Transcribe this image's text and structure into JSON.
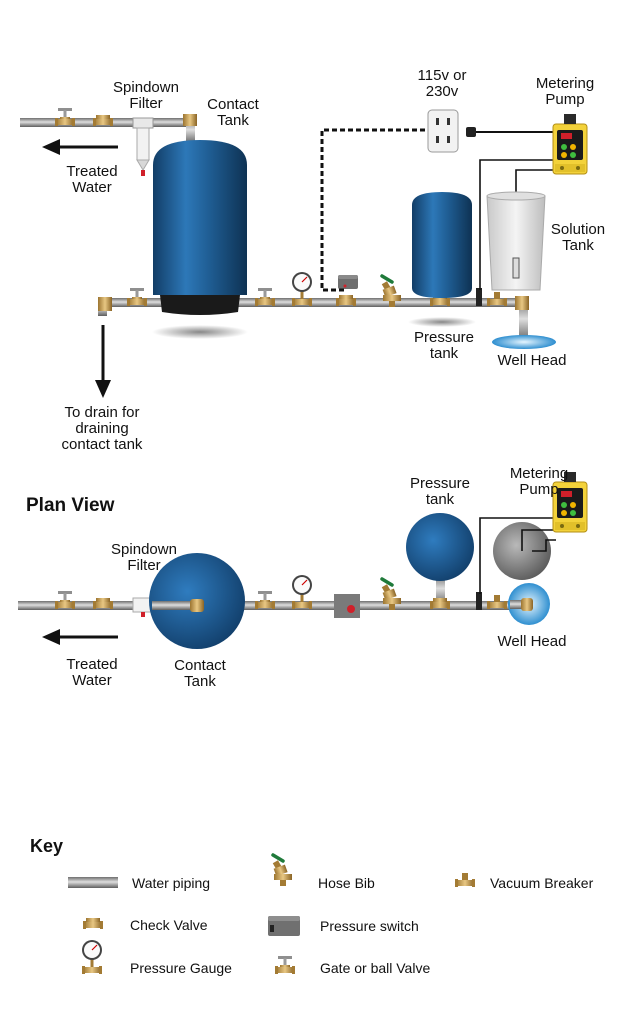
{
  "elevation": {
    "spindown_filter": "Spindown\nFilter",
    "contact_tank": "Contact\nTank",
    "treated_water": "Treated\nWater",
    "power_outlet": "115v or\n230v",
    "metering_pump": "Metering\nPump",
    "solution_tank": "Solution\nTank",
    "pressure_tank": "Pressure\ntank",
    "well_head": "Well Head",
    "drain_note": "To drain for\ndraining\ncontact tank"
  },
  "plan": {
    "title": "Plan View",
    "spindown_filter": "Spindown\nFilter",
    "pressure_tank": "Pressure\ntank",
    "metering_pump": "Metering\nPump",
    "treated_water": "Treated\nWater",
    "contact_tank": "Contact\nTank",
    "well_head": "Well Head"
  },
  "key": {
    "title": "Key",
    "water_piping": "Water piping",
    "hose_bib": "Hose Bib",
    "vacuum_breaker": "Vacuum Breaker",
    "check_valve": "Check Valve",
    "pressure_switch": "Pressure switch",
    "pressure_gauge": "Pressure Gauge",
    "gate_valve": "Gate or ball Valve"
  },
  "colors": {
    "tank_blue": "#1f5d93",
    "pipe_gray": "#9a9a9a",
    "brass": "#c9a15a",
    "pump_yellow": "#f3d23a",
    "valve_green": "#1f7a3a",
    "alert_red": "#d0202a"
  }
}
